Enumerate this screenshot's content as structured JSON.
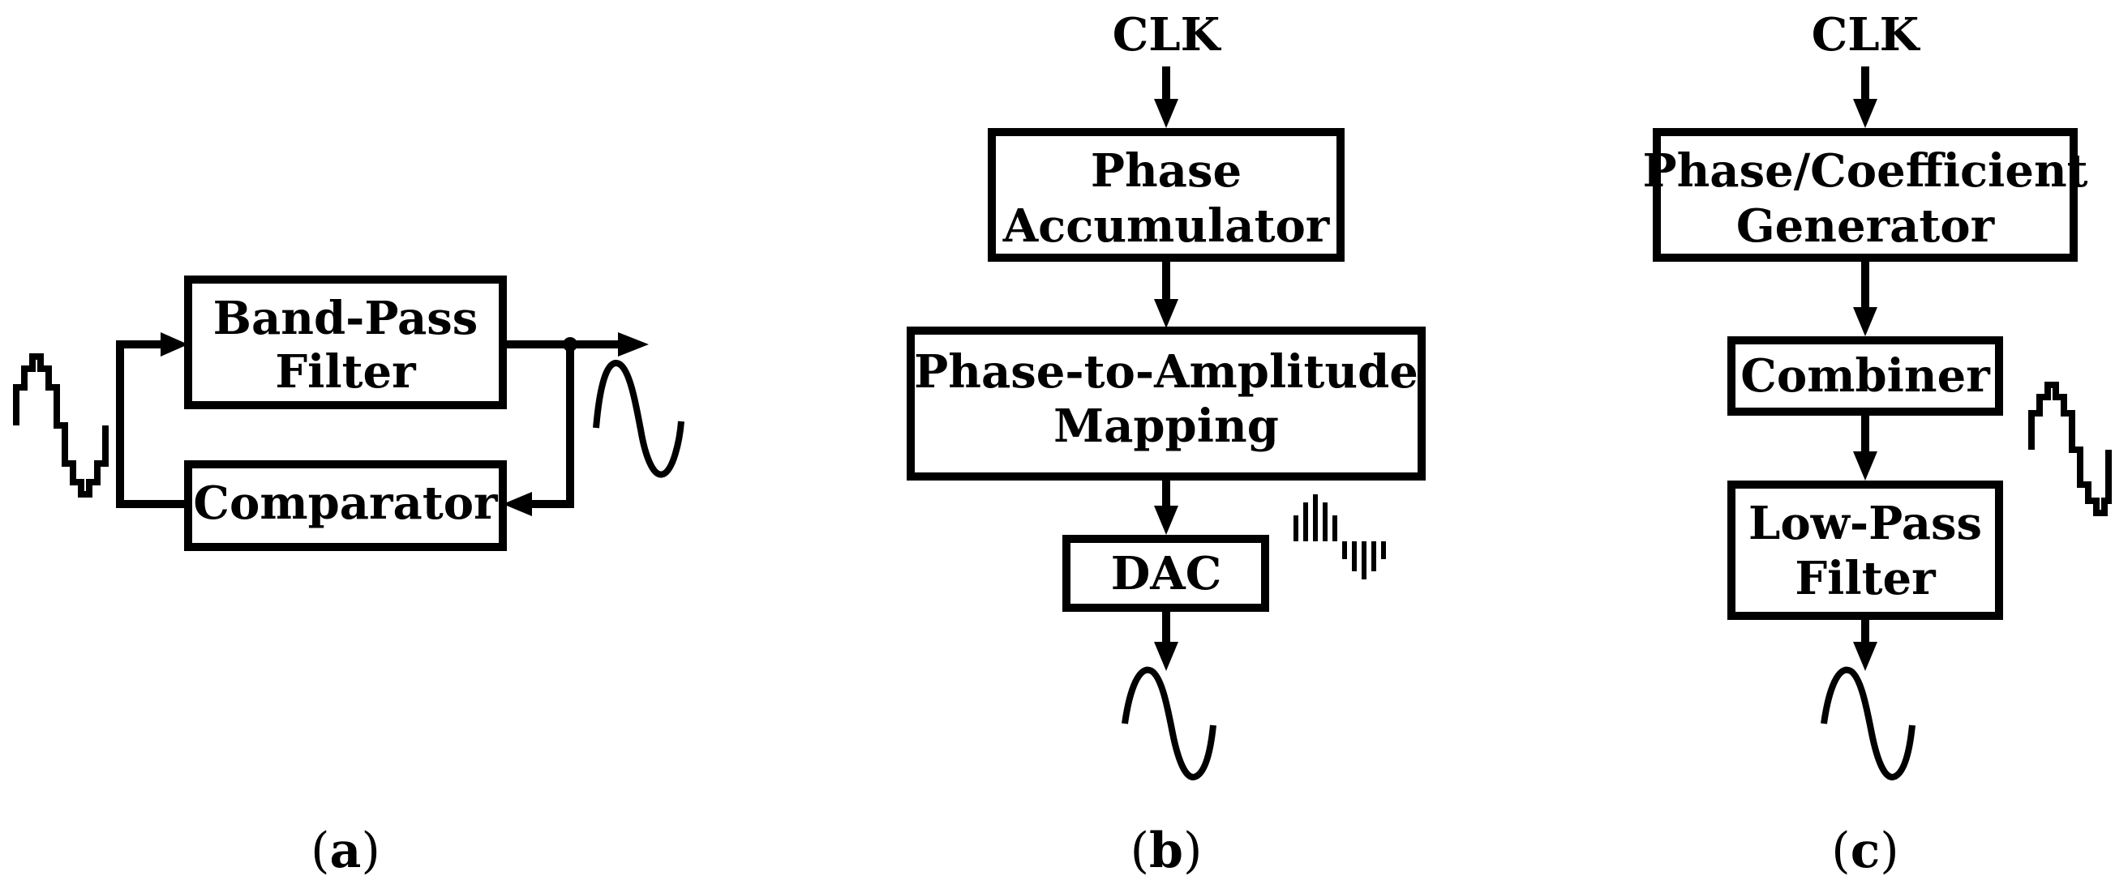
{
  "panel_a": {
    "blocks": {
      "bandpass_line1": "Band-Pass",
      "bandpass_line2": "Filter",
      "comparator": "Comparator"
    },
    "caption": {
      "open": "(",
      "letter": "a",
      "close": ")"
    }
  },
  "panel_b": {
    "clock": "CLK",
    "blocks": {
      "phase_acc_line1": "Phase",
      "phase_acc_line2": "Accumulator",
      "p2a_line1": "Phase-to-Amplitude",
      "p2a_line2": "Mapping",
      "dac": "DAC"
    },
    "caption": {
      "open": "(",
      "letter": "b",
      "close": ")"
    }
  },
  "panel_c": {
    "clock": "CLK",
    "blocks": {
      "generator_line1": "Phase/Coefficient",
      "generator_line2": "Generator",
      "combiner": "Combiner",
      "lowpass_line1": "Low-Pass",
      "lowpass_line2": "Filter"
    },
    "caption": {
      "open": "(",
      "letter": "c",
      "close": ")"
    }
  },
  "icons": {
    "a_input": "staircase-sine-icon",
    "a_output": "sine-wave-icon",
    "b_samples": "sample-bars-icon",
    "b_output": "sine-wave-icon",
    "c_samples": "staircase-sine-icon",
    "c_output": "sine-wave-icon"
  }
}
